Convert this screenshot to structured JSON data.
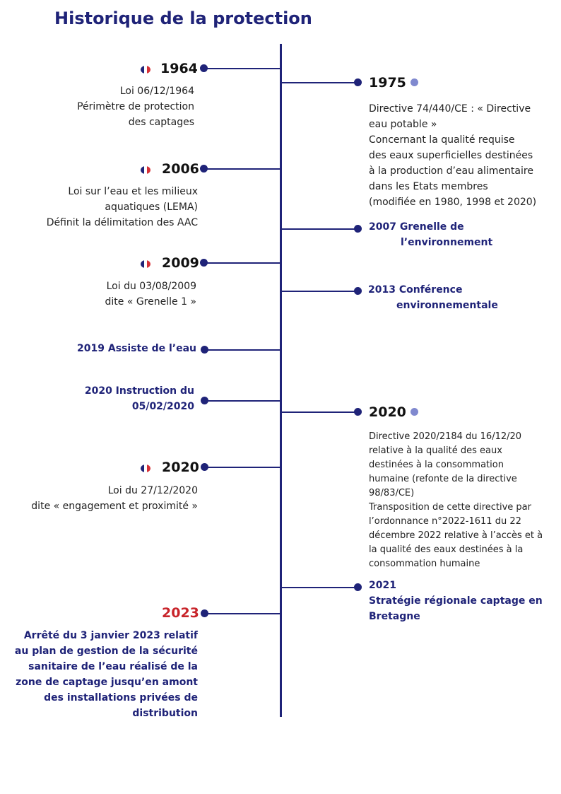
{
  "title": "Historique de la protection",
  "colors": {
    "navy": "#1f2378",
    "red": "#c8242a",
    "light_dot": "#8089cf"
  },
  "icons": {
    "flag": "french-flag-icon"
  },
  "left_events": [
    {
      "year": "1964",
      "lines": [
        "Loi 06/12/1964",
        "Périmètre de protection",
        "des captages"
      ]
    },
    {
      "year": "2006",
      "lines": [
        "Loi sur l’eau et les milieux",
        "aquatiques (LEMA)",
        "Définit la délimitation des AAC"
      ]
    },
    {
      "year": "2009",
      "lines": [
        "Loi du 03/08/2009",
        "dite « Grenelle 1 »"
      ]
    },
    {
      "label_lines": [
        "2019 Assiste de l’eau"
      ]
    },
    {
      "label_lines": [
        "2020 Instruction du",
        "05/02/2020"
      ]
    },
    {
      "year": "2020",
      "lines": [
        "Loi du 27/12/2020",
        "dite « engagement et proximité »"
      ]
    },
    {
      "year": "2023",
      "lines": [
        "Arrêté du 3 janvier 2023 relatif",
        "au plan de gestion de la sécurité",
        "sanitaire de l’eau réalisé de la",
        "zone de captage jusqu’en amont",
        "des installations privées de",
        "distribution"
      ]
    }
  ],
  "right_events": [
    {
      "year": "1975",
      "lines": [
        "Directive 74/440/CE : « Directive",
        "eau potable »",
        "Concernant la qualité requise",
        "des eaux superficielles destinées",
        "à la production d’eau alimentaire",
        "dans les Etats membres",
        "(modifiée en 1980, 1998 et 2020)"
      ]
    },
    {
      "label_lines": [
        "2007 Grenelle de",
        "l’environnement"
      ]
    },
    {
      "label_lines": [
        "2013 Conférence",
        "environnementale"
      ]
    },
    {
      "year": "2020",
      "lines": [
        "Directive 2020/2184 du 16/12/20",
        "relative à la qualité des eaux",
        "destinées à la consommation",
        "humaine (refonte de la directive",
        "98/83/CE)",
        "Transposition de cette directive par",
        "l’ordonnance n°2022-1611 du 22",
        "décembre 2022 relative à l’accès et à",
        "la qualité des eaux destinées à la",
        "consommation humaine"
      ]
    },
    {
      "label_lines": [
        "2021",
        "Stratégie régionale captage en",
        "Bretagne"
      ]
    }
  ]
}
